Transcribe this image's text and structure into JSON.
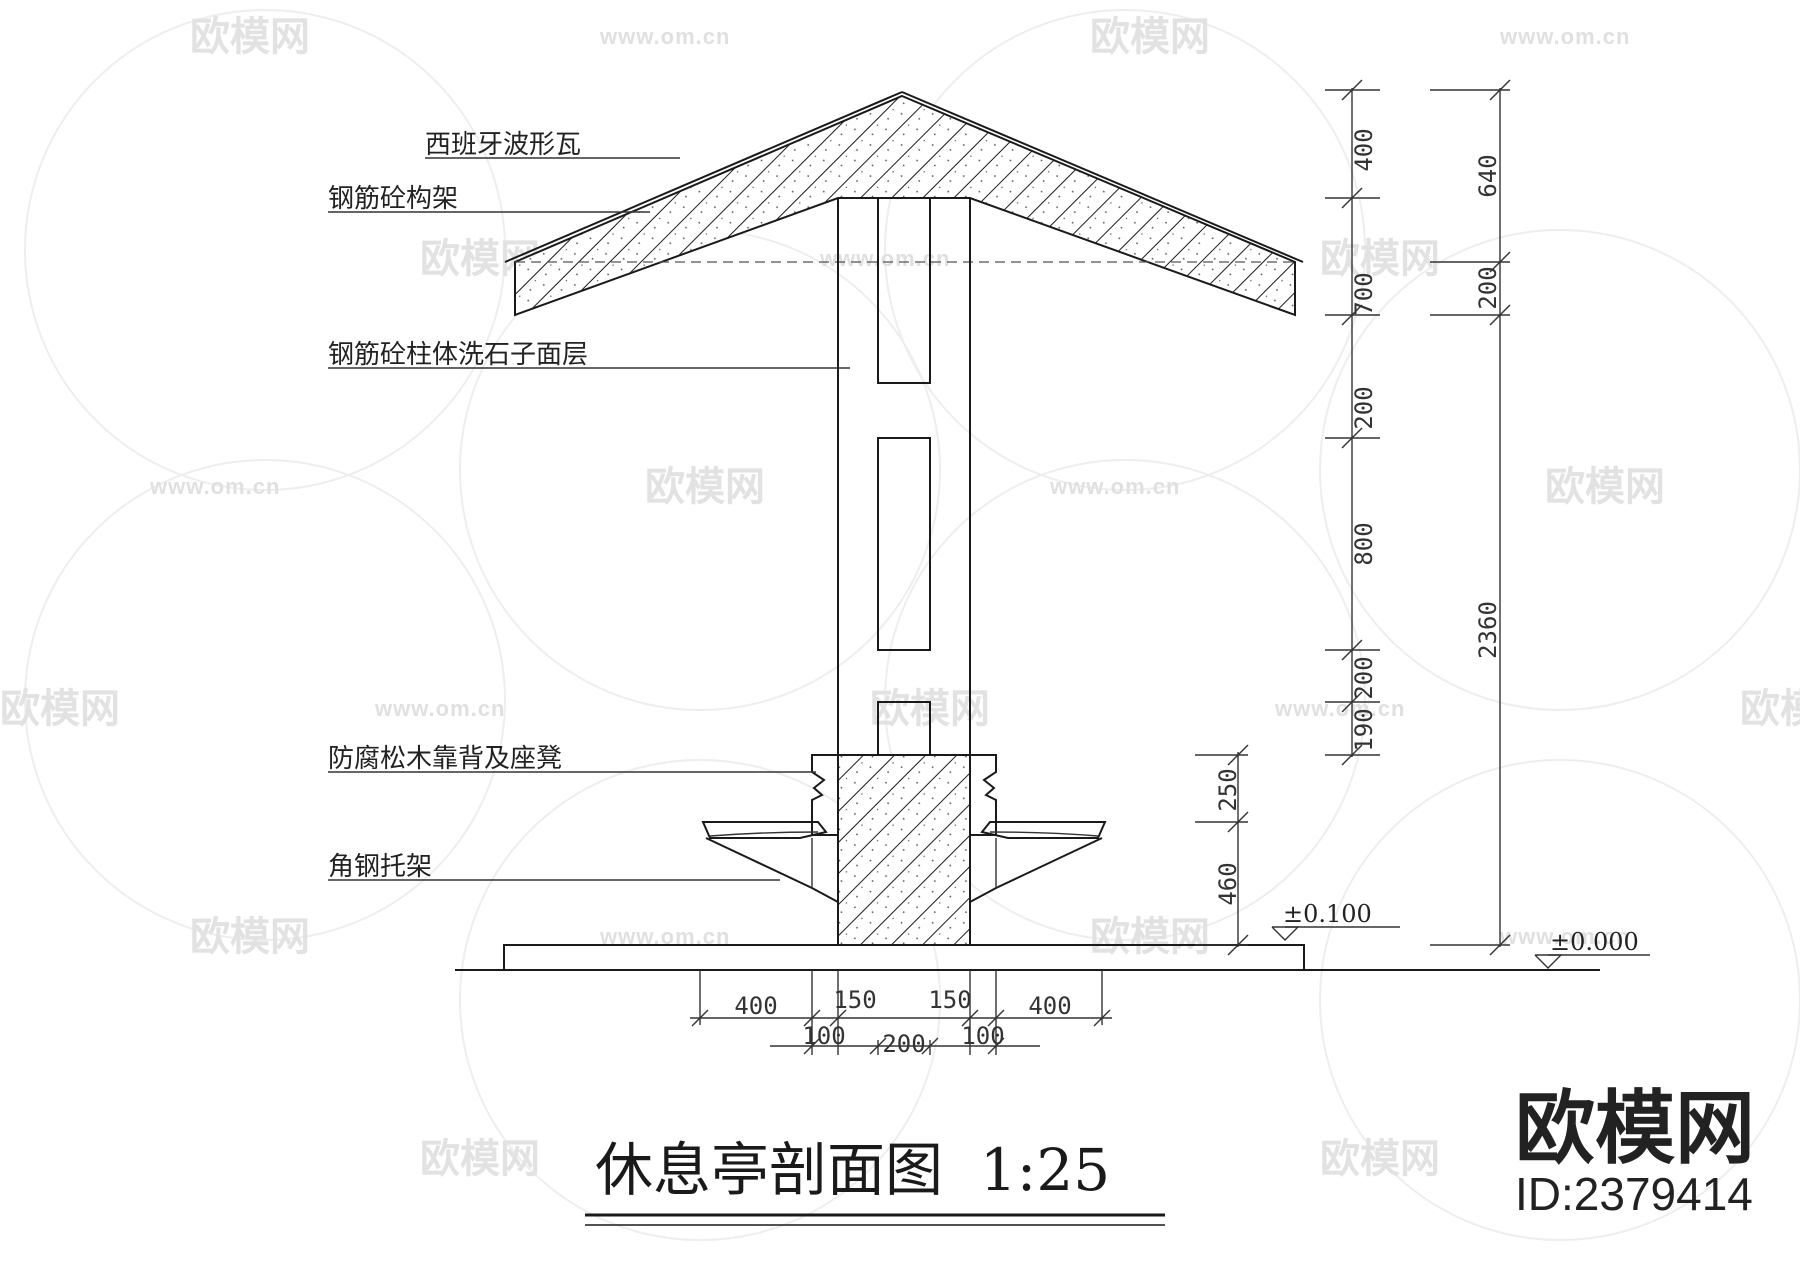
{
  "labels": {
    "roof_tile": "西班牙波形瓦",
    "rc_frame": "钢筋砼构架",
    "rc_column": "钢筋砼柱体洗石子面层",
    "wood_seat": "防腐松木靠背及座凳",
    "angle_bracket": "角钢托架"
  },
  "dims_right_inner": [
    "400",
    "700",
    "200",
    "800",
    "200",
    "190"
  ],
  "dims_right_outer": [
    "640",
    "200",
    "2360"
  ],
  "dims_left_seat": [
    "250",
    "460"
  ],
  "dims_bottom": {
    "left_400": "400",
    "left_150": "150",
    "right_150": "150",
    "right_400": "400",
    "left_100": "100",
    "mid_200": "200",
    "right_100": "100"
  },
  "levels": {
    "upper": "±0.100",
    "lower": "±0.000"
  },
  "title": "休息亭剖面图  1:25",
  "watermark": {
    "text": "欧模网",
    "url": "www.om.cn"
  },
  "brand": {
    "name": "欧模网",
    "id": "ID:2379414"
  }
}
